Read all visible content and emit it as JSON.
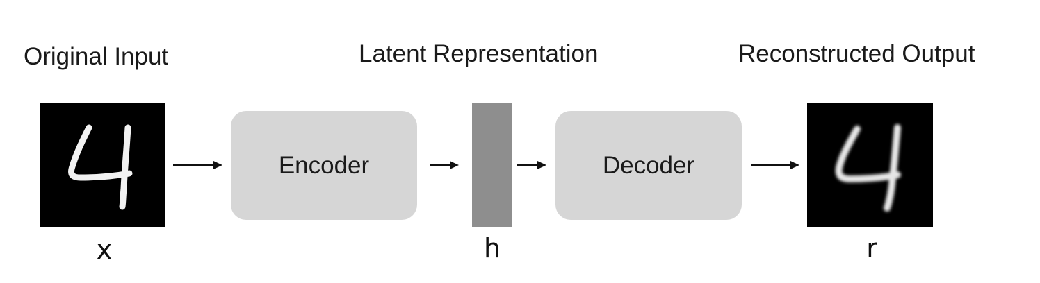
{
  "headings": {
    "input": "Original Input",
    "latent": "Latent Representation",
    "output": "Reconstructed Output"
  },
  "blocks": {
    "encoder": "Encoder",
    "decoder": "Decoder"
  },
  "variables": {
    "input": "x",
    "latent": "h",
    "output": "r"
  },
  "colors": {
    "block_fill": "#d6d6d6",
    "latent_fill": "#8e8e8e",
    "image_background": "#000000",
    "digit_stroke": "#ffffff"
  },
  "icons": {
    "input_image": "handwritten-digit-4-image",
    "output_image": "reconstructed-digit-4-image",
    "arrow": "arrow-right-icon"
  }
}
